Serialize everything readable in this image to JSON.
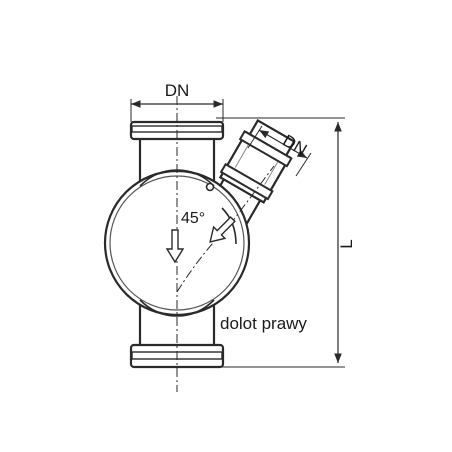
{
  "diagram": {
    "labels": {
      "dn_top": "DN",
      "dn_branch": "DN",
      "angle": "45°",
      "length": "L",
      "variant": "dolot prawy"
    }
  }
}
